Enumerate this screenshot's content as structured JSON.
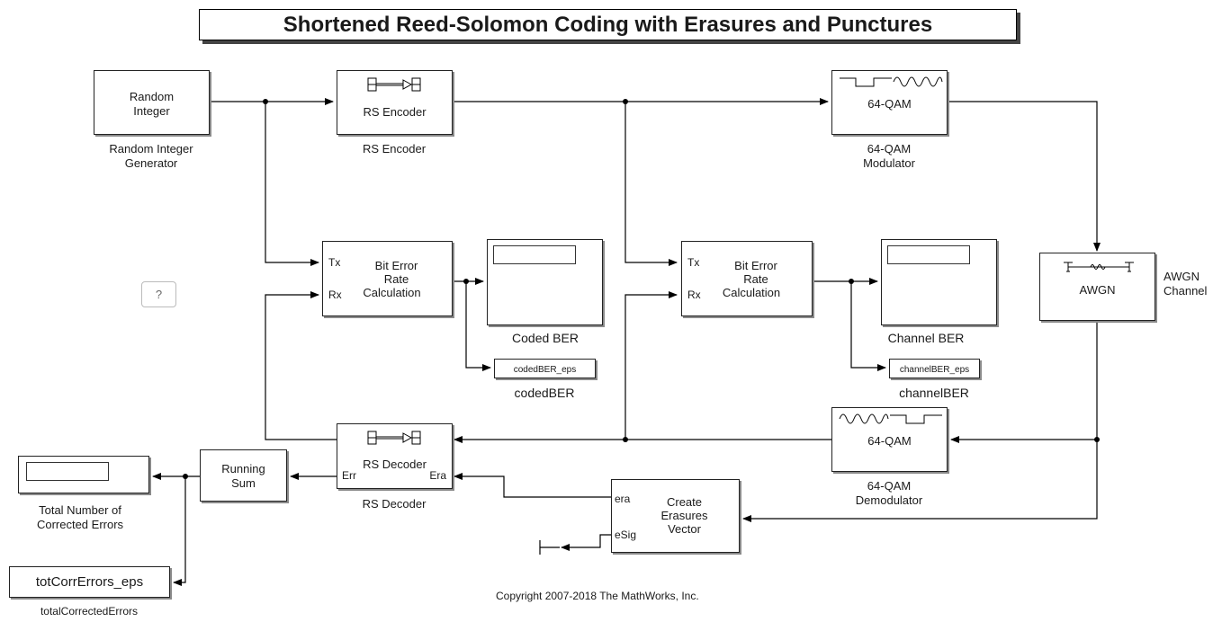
{
  "title": "Shortened Reed-Solomon Coding with Erasures and Punctures",
  "copyright": "Copyright 2007-2018 The MathWorks, Inc.",
  "help_button": "?",
  "blocks": {
    "random_integer": {
      "text_line1": "Random",
      "text_line2": "Integer",
      "caption_line1": "Random Integer",
      "caption_line2": "Generator"
    },
    "rs_encoder": {
      "text": "RS Encoder",
      "caption": "RS Encoder"
    },
    "qam_modulator": {
      "text": "64-QAM",
      "caption_line1": "64-QAM",
      "caption_line2": "Modulator"
    },
    "awgn_channel": {
      "text": "AWGN",
      "caption_line1": "AWGN",
      "caption_line2": "Channel"
    },
    "ber_coded": {
      "text_line1": "Bit Error",
      "text_line2": "Rate",
      "text_line3": "Calculation",
      "port_tx": "Tx",
      "port_rx": "Rx"
    },
    "coded_ber_display": {
      "caption": "Coded BER"
    },
    "coded_ber_ws": {
      "text": "codedBER_eps",
      "caption": "codedBER"
    },
    "ber_channel": {
      "text_line1": "Bit Error",
      "text_line2": "Rate",
      "text_line3": "Calculation",
      "port_tx": "Tx",
      "port_rx": "Rx"
    },
    "channel_ber_display": {
      "caption": "Channel BER"
    },
    "channel_ber_ws": {
      "text": "channelBER_eps",
      "caption": "channelBER"
    },
    "qam_demodulator": {
      "text": "64-QAM",
      "caption_line1": "64-QAM",
      "caption_line2": "Demodulator"
    },
    "rs_decoder": {
      "text": "RS Decoder",
      "port_err": "Err",
      "port_era": "Era",
      "caption": "RS Decoder"
    },
    "running_sum": {
      "text_line1": "Running",
      "text_line2": "Sum"
    },
    "total_corrected_display": {
      "caption_line1": "Total Number of",
      "caption_line2": "Corrected Errors"
    },
    "tot_corr_ws": {
      "text": "totCorrErrors_eps",
      "caption": "totalCorrectedErrors"
    },
    "create_erasures": {
      "text_line1": "Create",
      "text_line2": "Erasures",
      "text_line3": "Vector",
      "port_era": "era",
      "port_esig": "eSig"
    }
  }
}
